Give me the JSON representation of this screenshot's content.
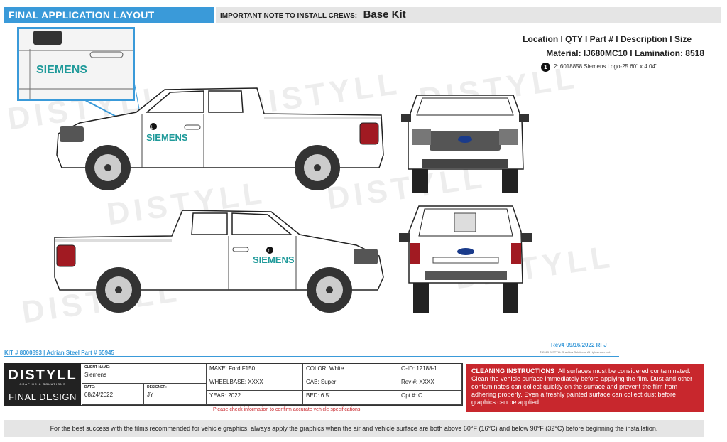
{
  "header": {
    "left_title": "FINAL APPLICATION LAYOUT",
    "note_label": "IMPORTANT NOTE TO INSTALL CREWS:",
    "kit_name": "Base Kit"
  },
  "legend": {
    "columns": "Location l QTY l Part # l Description l Size",
    "material": "Material: IJ680MC10 l Lamination: 8518",
    "items": [
      {
        "num": "1",
        "text": "2: 6018858.Siemens Logo-25.60\" x 4.04\""
      }
    ]
  },
  "graphic": {
    "logo_text": "SIEMENS",
    "logo_color": "#1f9a9a",
    "marker": "1"
  },
  "watermark": "DISTYLL",
  "kit_line": "KIT # 8000893 | Adrian Steel Part # 65945",
  "revision": "Rev4 09/16/2022  RFJ",
  "copyright": "© 2023 DISTYLL Graphics Solutions. All rights reserved.",
  "titleblock": {
    "logo": "DISTYLL",
    "logo_sub": "GRAPHIC & SOLUTIONS",
    "final": "FINAL DESIGN",
    "client_label": "CLIENT NAME:",
    "client": "Siemens",
    "date_label": "DATE:",
    "date": "08/24/2022",
    "designer_label": "DESIGNER:",
    "designer": "JY",
    "make": "MAKE:  Ford F150",
    "wheelbase": "WHEELBASE:  XXXX",
    "year": "YEAR:  2022",
    "color": "COLOR:  White",
    "cab": "CAB: Super",
    "bed": "BED: 6.5'",
    "oid": "O-ID:  12188-1",
    "rev": "Rev #:  XXXX",
    "opt": "Opt #:  C",
    "warning": "Please check information to confirm accurate vehicle specifications."
  },
  "cleaning": {
    "title": "CLEANING INSTRUCTIONS",
    "body": "All surfaces must be considered contaminated. Clean the vehicle surface immediately before applying the film. Dust and other contaminates can collect quickly on the surface and prevent the film from adhering properly. Even a freshly painted surface can collect dust before graphics can be applied."
  },
  "footer": "For the best success with the films recommended for vehicle graphics, always apply the graphics when the air and vehicle surface are both above 60°F (16°C) and below 90°F (32°C) before beginning the installation."
}
